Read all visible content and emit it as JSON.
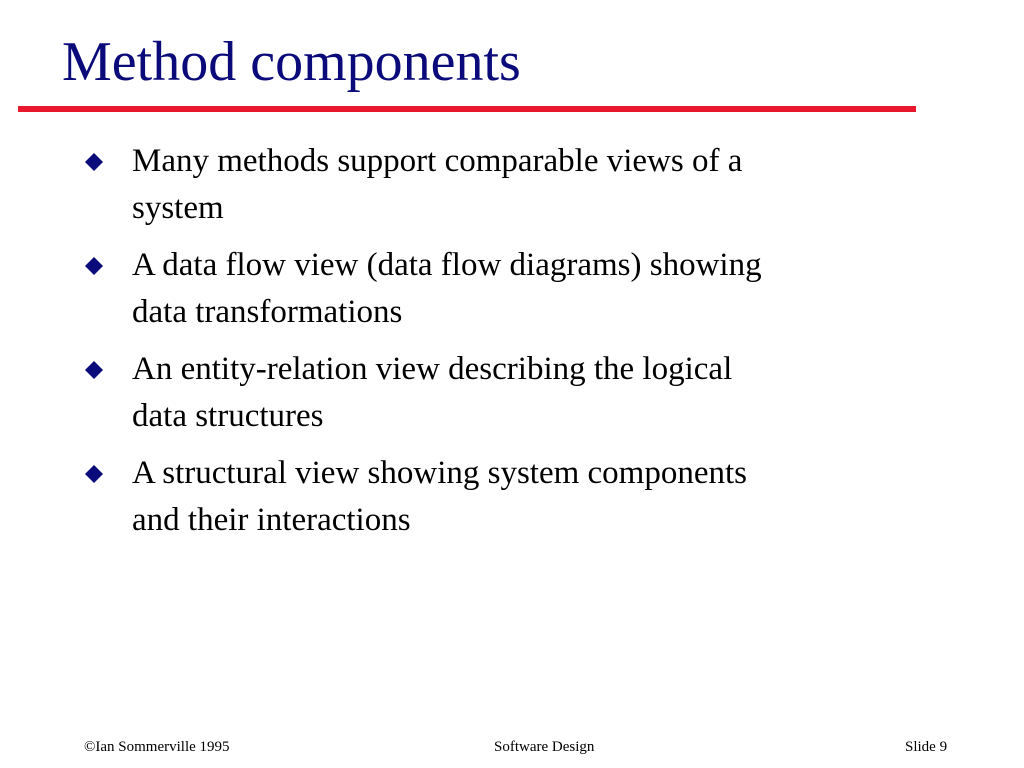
{
  "slide": {
    "title": "Method components",
    "bullet_icon": "diamond-bullet-icon",
    "bullet_color": "#0a0a7a",
    "title_color": "#0a0a7a",
    "rule_color": "#e8172c",
    "bullets": [
      {
        "line1": "Many methods support comparable views of a",
        "line2": "system"
      },
      {
        "line1": "A data flow view (data flow diagrams) showing",
        "line2": "data transformations"
      },
      {
        "line1": "An entity-relation view describing the logical",
        "line2": "data structures"
      },
      {
        "line1": "A structural view showing system components",
        "line2": "and their interactions"
      }
    ]
  },
  "footer": {
    "left": "©Ian Sommerville 1995",
    "center": "Software Design",
    "right": "Slide 9"
  }
}
